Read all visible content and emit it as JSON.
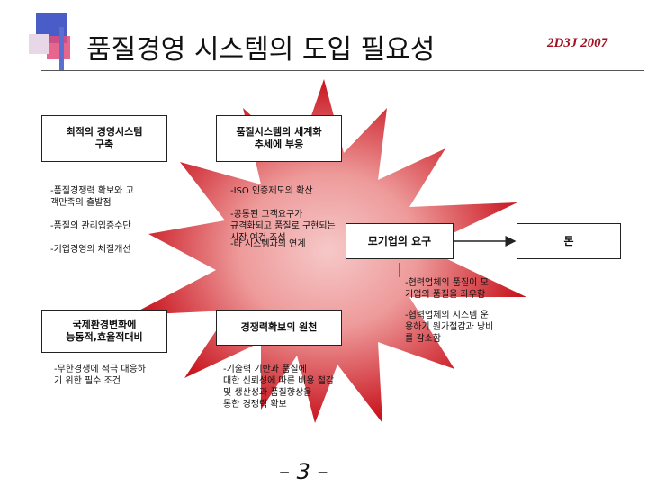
{
  "header": {
    "title": "품질경영 시스템의 도입 필요성",
    "date": "2D3J 2007"
  },
  "boxes": {
    "optimal_mgmt": "최적의 경영시스템\n구축",
    "global_trend": "품질시스템의 세계화\n추세에 부응",
    "parent_company": "모기업의 요구",
    "money": "돈",
    "intl_env": "국제환경변화에\n능동적,효율적대비",
    "competitiveness": "경쟁력확보의 원천"
  },
  "notes": {
    "optimal_mgmt": "-품질경쟁력 확보와  고\n  객만족의 출발점\n\n-품질의 관리입증수단\n\n-기업경영의 체질개선",
    "global_trend": "-ISO 인증제도의 확산\n\n-공통된 고객요구가\n 규격화되고 품질로 구현되는\n 시장 여건 조성",
    "global_trend_tail": "-타 시스템과의 연계",
    "parent_company": "-협력업체의 품질이 모\n 기업의 품질을 좌우함",
    "intl_env": "-무한경쟁에 적극 대응하\n 기 위한 필수 조건",
    "competitiveness": "-기술력 기반과 품질에\n 대한 신뢰성에 따른 비용 절감\n 및 생산성과 품질향상을\n 통한 경쟁력 확보",
    "cost": "-협력업체의 시스템 운\n 용하기 원가절감과 낭비\n 를 감소함"
  },
  "footer": {
    "page_number": "– 3 –"
  },
  "colors": {
    "burst_outer": "#c8141e",
    "burst_inner": "#f3b4b4",
    "accent": "#a01020"
  }
}
